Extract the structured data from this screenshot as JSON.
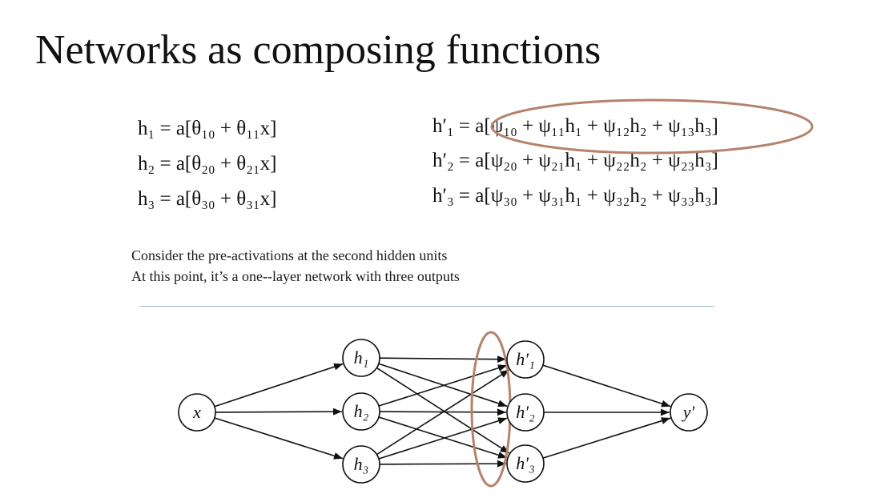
{
  "slide": {
    "title": "Networks as composing functions",
    "equations_left": [
      "h₁ = a[θ₁₀ + θ₁₁x]",
      "h₂ = a[θ₂₀ + θ₂₁x]",
      "h₃ = a[θ₃₀ + θ₃₁x]"
    ],
    "equations_right": [
      "h′₁ = a[ψ₁₀ + ψ₁₁h₁ + ψ₁₂h₂ + ψ₁₃h₃]",
      "h′₂ = a[ψ₂₀ + ψ₂₁h₁ + ψ₂₂h₂ + ψ₂₃h₃]",
      "h′₃ = a[ψ₃₀ + ψ₃₁h₁ + ψ₃₂h₂ + ψ₃₃h₃]"
    ],
    "captions": [
      "Consider the pre-activations at the second hidden units",
      "At this point, it’s a one--layer network with three outputs"
    ]
  },
  "network": {
    "nodes": [
      {
        "id": "x",
        "label": "x",
        "layer": 0
      },
      {
        "id": "h1",
        "label": "h₁",
        "layer": 1
      },
      {
        "id": "h2",
        "label": "h₂",
        "layer": 1
      },
      {
        "id": "h3",
        "label": "h₃",
        "layer": 1
      },
      {
        "id": "hp1",
        "label": "h′₁",
        "layer": 2
      },
      {
        "id": "hp2",
        "label": "h′₂",
        "layer": 2
      },
      {
        "id": "hp3",
        "label": "h′₃",
        "layer": 2
      },
      {
        "id": "y",
        "label": "y′",
        "layer": 3
      }
    ],
    "edges": [
      [
        "x",
        "h1"
      ],
      [
        "x",
        "h2"
      ],
      [
        "x",
        "h3"
      ],
      [
        "h1",
        "hp1"
      ],
      [
        "h1",
        "hp2"
      ],
      [
        "h1",
        "hp3"
      ],
      [
        "h2",
        "hp1"
      ],
      [
        "h2",
        "hp2"
      ],
      [
        "h2",
        "hp3"
      ],
      [
        "h3",
        "hp1"
      ],
      [
        "h3",
        "hp2"
      ],
      [
        "h3",
        "hp3"
      ],
      [
        "hp1",
        "y"
      ],
      [
        "hp2",
        "y"
      ],
      [
        "hp3",
        "y"
      ]
    ]
  },
  "colors": {
    "highlight": "#b5836c",
    "rule": "#9fb8d6",
    "ink": "#111111"
  }
}
